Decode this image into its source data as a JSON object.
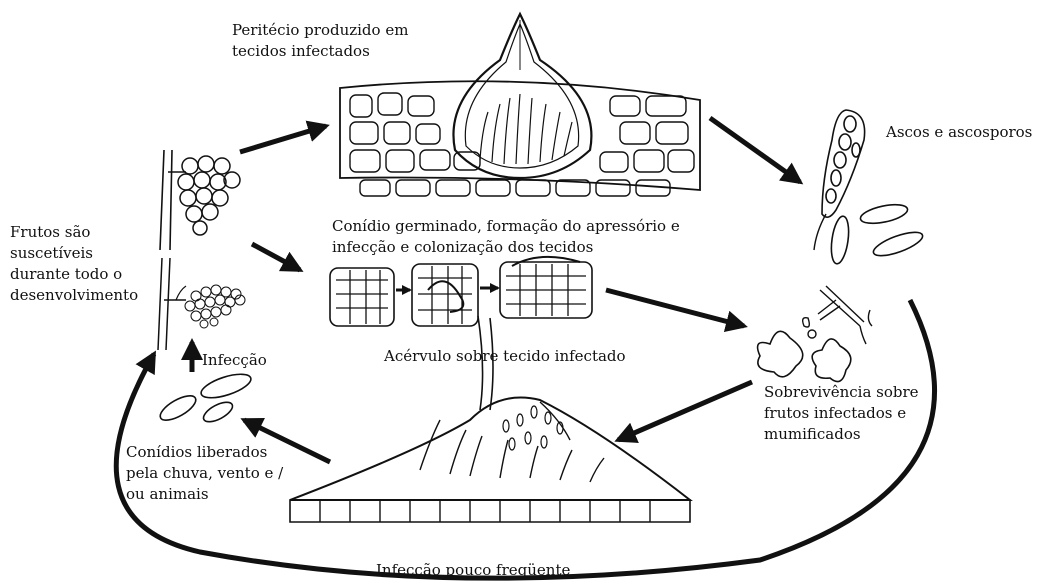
{
  "labels": {
    "perithecium": "Peritécio produzido em\ntecidos infectados",
    "asci": "Ascos e ascosporos",
    "fruits": "Frutos são\nsuscetíveis\ndurante todo o\ndesenvolvimento",
    "germination": "Conídio germinado, formação do apressório e\ninfecção e colonização dos tecidos",
    "infection": "Infecção",
    "acervulus": "Acérvulo sobre tecido infectado",
    "survival": "Sobrevivência sobre\nfrutos infectados e\nmumificados",
    "conidia_release": "Conídios liberados\npela chuva, vento e /\nou animais",
    "rare_infection": "Infecção pouco freqüente"
  },
  "colors": {
    "ink": "#111111",
    "background": "#ffffff"
  }
}
